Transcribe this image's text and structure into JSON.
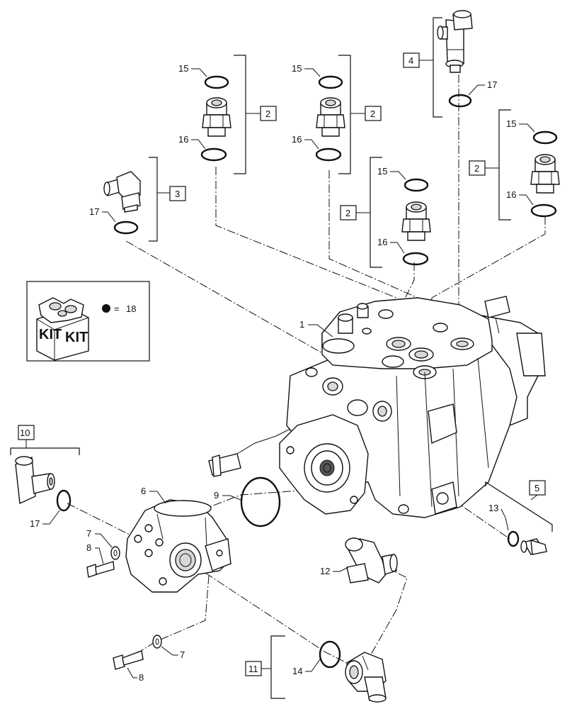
{
  "callouts": {
    "c1": "1",
    "c2a": "2",
    "c2b": "2",
    "c2c": "2",
    "c2d": "2",
    "c3": "3",
    "c4": "4",
    "c5": "5",
    "c6": "6",
    "c7a": "7",
    "c7b": "7",
    "c8a": "8",
    "c8b": "8",
    "c9": "9",
    "c10": "10",
    "c11": "11",
    "c12": "12",
    "c13": "13",
    "c14": "14",
    "c15a": "15",
    "c15b": "15",
    "c15c": "15",
    "c15d": "15",
    "c16a": "16",
    "c16b": "16",
    "c16c": "16",
    "c16d": "16",
    "c17a": "17",
    "c17b": "17",
    "c17c": "17",
    "c18": "18"
  },
  "kit": {
    "label_left": "KIT",
    "label_right": "KIT",
    "equals": "=",
    "legend_symbol": "filled-dot"
  },
  "colors": {
    "line": "#111111",
    "shade": "#d8d8d8",
    "background": "#ffffff"
  }
}
